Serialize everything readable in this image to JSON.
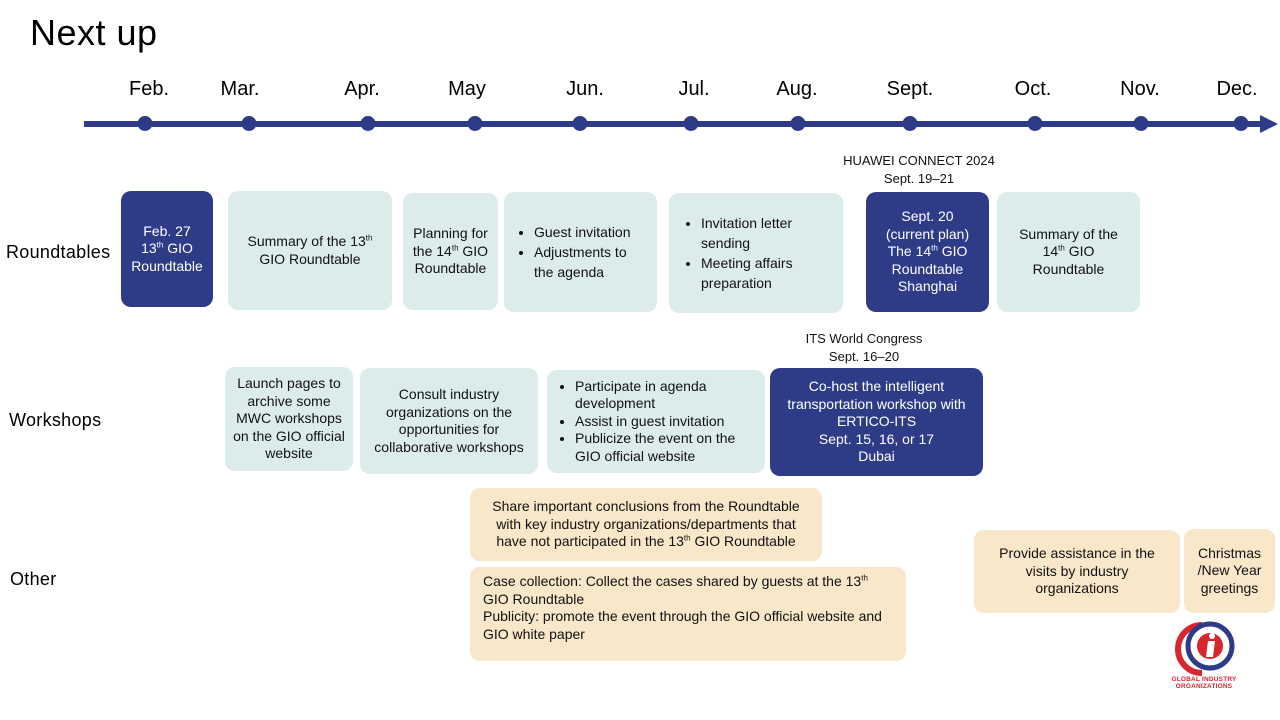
{
  "title": "Next up",
  "months": [
    "Feb.",
    "Mar.",
    "Apr.",
    "May",
    "Jun.",
    "Jul.",
    "Aug.",
    "Sept.",
    "Oct.",
    "Nov.",
    "Dec."
  ],
  "rows": {
    "roundtables": "Roundtables",
    "workshops": "Workshops",
    "other": "Other"
  },
  "captions": {
    "huawei": {
      "line1": "HUAWEI CONNECT 2024",
      "line2": "Sept. 19–21"
    },
    "its": {
      "line1": "ITS World Congress",
      "line2": "Sept. 16–20"
    }
  },
  "roundtables": {
    "feb": {
      "line1": "Feb. 27",
      "line2_pre": "13",
      "line2_sup": "th",
      "line2_post": " GIO",
      "line3": "Roundtable"
    },
    "summary13": {
      "pre": "Summary of the 13",
      "sup": "th",
      "post": " GIO Roundtable"
    },
    "planning14": {
      "line1": "Planning for",
      "pre": "the 14",
      "sup": "th",
      "post": " GIO",
      "line3": "Roundtable"
    },
    "jun_items": [
      "Guest invitation",
      "Adjustments to the agenda"
    ],
    "jul_items": [
      "Invitation letter sending",
      "Meeting affairs preparation"
    ],
    "sept": {
      "line1": "Sept. 20",
      "line2": "(current plan)",
      "pre": "The 14",
      "sup": "th",
      "post": " GIO",
      "line4": "Roundtable",
      "line5": "Shanghai"
    },
    "summary14": {
      "line1": "Summary of the",
      "pre": "14",
      "sup": "th",
      "post": " GIO",
      "line3": "Roundtable"
    }
  },
  "workshops": {
    "launch": "Launch pages to archive some MWC workshops on the GIO official website",
    "consult": "Consult industry organizations on the opportunities for collaborative workshops",
    "items": [
      "Participate in agenda development",
      "Assist in guest invitation",
      "Publicize the event on the GIO official website"
    ],
    "cohost": {
      "line1": "Co-host the intelligent transportation workshop with",
      "line2": "ERTICO-ITS",
      "line3": "Sept. 15, 16, or 17",
      "line4": "Dubai"
    }
  },
  "other": {
    "share": {
      "pre": "Share important conclusions from the Roundtable with key industry organizations/departments that have not participated in the 13",
      "sup": "th",
      "post": " GIO Roundtable"
    },
    "case": {
      "pre": "Case collection: Collect the cases shared by guests at the 13",
      "sup": "th",
      "post": " GIO Roundtable"
    },
    "publicity": "Publicity: promote the event through the GIO official website and GIO white paper",
    "assist": "Provide assistance in the visits by industry organizations",
    "christmas": "Christmas /New Year greetings"
  },
  "logo": {
    "line1": "GLOBAL INDUSTRY",
    "line2": "ORGANIZATIONS"
  },
  "colors": {
    "navy": "#2e3c87",
    "mint": "#dcecea",
    "sand": "#f8e7c8",
    "logo_red": "#d7262d"
  }
}
